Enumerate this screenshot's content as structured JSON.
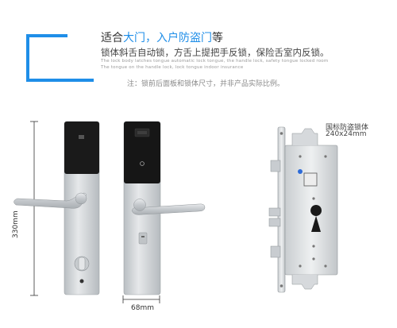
{
  "header": {
    "title_prefix": "适合",
    "title_highlight": "大门，入户防盗门",
    "title_suffix": "等",
    "subtitle": "锁体斜舌自动锁，方舌上提把手反锁，保险舌室内反锁。",
    "en_line1": "The lock body latches tongue automatic lock tongue, the handle lock, safety tongue locked room",
    "en_line2": "The tongue on the handle lock, lock tongue indoor insurance",
    "note": "注：锁前后面板和锁体尺寸，并非产品实际比例。"
  },
  "dimensions": {
    "height": "330mm",
    "width": "68mm"
  },
  "lock_body": {
    "label": "国标防盗锁体",
    "size": "240x24mm"
  },
  "colors": {
    "accent": "#1f8ee8",
    "steel": "#cfd3d6",
    "panel_black": "#1a1a1a"
  }
}
